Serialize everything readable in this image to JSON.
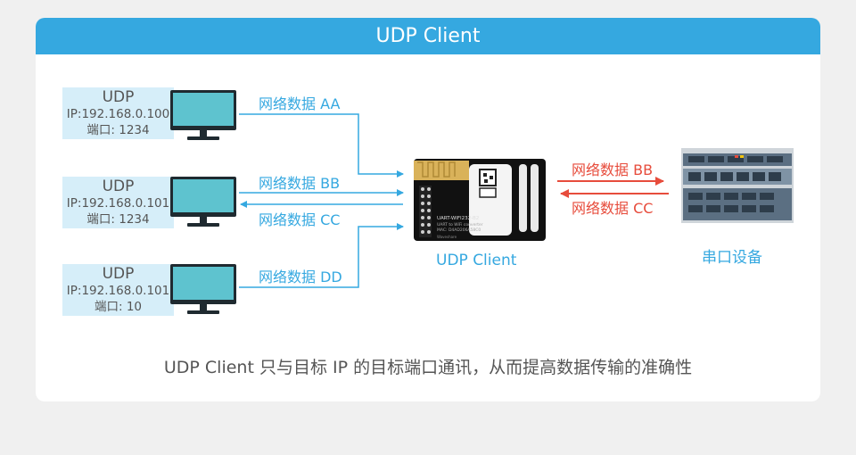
{
  "header": {
    "title": "UDP Client"
  },
  "clients": [
    {
      "proto": "UDP",
      "ip": "IP:192.168.0.100",
      "port": "端口: 1234"
    },
    {
      "proto": "UDP",
      "ip": "IP:192.168.0.101",
      "port": "端口: 1234"
    },
    {
      "proto": "UDP",
      "ip": "IP:192.168.0.101",
      "port": "端口: 10"
    }
  ],
  "links": {
    "aa": "网络数据 AA",
    "bb": "网络数据 BB",
    "cc": "网络数据 CC",
    "dd": "网络数据 DD"
  },
  "serial_links": {
    "bb": "网络数据 BB",
    "cc": "网络数据 CC"
  },
  "module": {
    "label": "UDP Client",
    "print_model": "UART-WIFI232-B2",
    "print_desc": "UART to WiFi converter",
    "print_mac": "MAC: D4AD206A58C0",
    "print_brand": "Waveshare"
  },
  "serial_device": {
    "label": "串口设备"
  },
  "footer": {
    "text": "UDP Client 只与目标 IP 的目标端口通讯，从而提高数据传输的准确性"
  },
  "colors": {
    "accent": "#35a8e0",
    "red": "#e74c3c",
    "box": "#d6eef9"
  }
}
